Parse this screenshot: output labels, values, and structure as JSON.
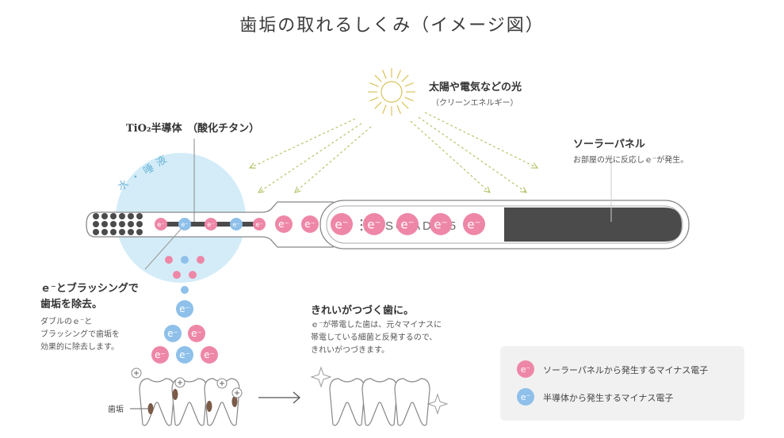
{
  "title": "歯垢の取れるしくみ（イメージ図）",
  "light": {
    "label": "太陽や電気などの光",
    "sublabel": "（クリーンエネルギー）"
  },
  "tio2": {
    "label": "TiO₂半導体　（酸化チタン）"
  },
  "water_label": "水・唾液",
  "solar": {
    "label": "ソーラーパネル",
    "description": "お部屋の光に反応しｅ⁻が発生。"
  },
  "brand_text": "SCIADY 5",
  "electron_symbol": "e⁻",
  "removal": {
    "heading_line1": "ｅ⁻とブラッシングで",
    "heading_line2": "歯垢を除去。",
    "body": "ダブルのｅ⁻と\nブラッシングで歯垢を\n効果的に除去します。"
  },
  "plaque_label": "歯垢",
  "clean": {
    "heading": "きれいがつづく歯に。",
    "body": "ｅ⁻が帯電した歯は、元々マイナスに\n帯電している細菌と反発するので、\nきれいがつづきます。"
  },
  "legend": {
    "items": [
      {
        "label": "ソーラーパネルから発生するマイナス電子",
        "color": "#ee87a7"
      },
      {
        "label": "半導体から発生するマイナス電子",
        "color": "#8ec0ea"
      }
    ]
  },
  "colors": {
    "pink": "#ee87a7",
    "blue": "#8ec0ea",
    "water": "#d3ecf8",
    "rays": "#b7c46a",
    "panel": "#4b4b4b"
  }
}
